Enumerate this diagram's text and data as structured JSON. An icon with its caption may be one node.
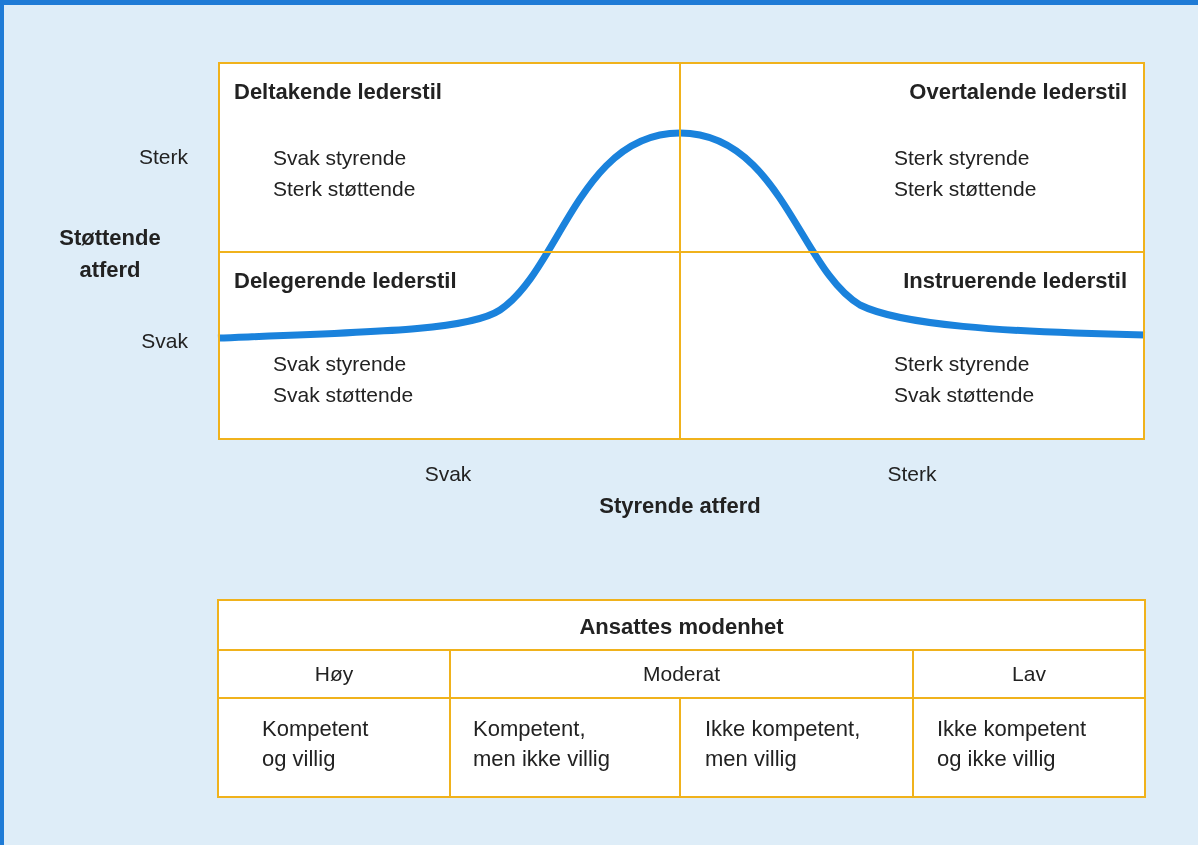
{
  "diagram": {
    "nodes": [
      {
        "text": [
          "Deltakende lederstil",
          "Svak styrende",
          "Sterk støttende"
        ]
      },
      {
        "text": [
          "Overtalende lederstil",
          "Sterk styrende",
          "Sterk støttende"
        ]
      },
      {
        "text": [
          "Delegerende lederstil",
          "Svak styrende",
          "Svak støttende"
        ]
      },
      {
        "text": [
          "Instruerende lederstil",
          "Sterk styrende",
          "Svak støttende"
        ]
      }
    ],
    "edges": [],
    "labels": [
      "Sterk",
      "Støttende atferd",
      "Svak",
      "Svak",
      "Sterk",
      "Styrende atferd",
      "Ansattes modenhet",
      "Høy",
      "Moderat",
      "Lav",
      "Kompetent og villig",
      "Kompetent, men ikke villig",
      "Ikke kompetent, men villig",
      "Ikke kompetent og ikke villig"
    ]
  }
}
